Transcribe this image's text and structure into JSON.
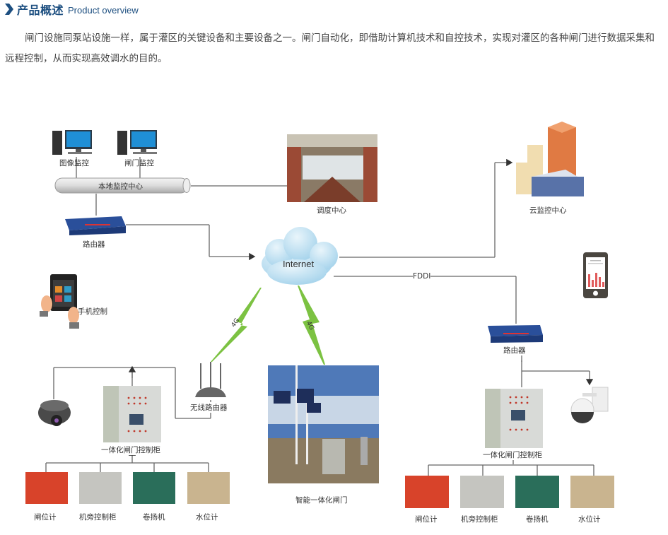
{
  "header": {
    "icon": "chevron-right-icon",
    "title_cn": "产品概述",
    "title_en": "Product overview"
  },
  "description": "闸门设施同泵站设施一样，属于灌区的关键设备和主要设备之一。闸门自动化，即借助计算机技术和自控技术，实现对灌区的各种闸门进行数据采集和远程控制，从而实现高效调水的目的。",
  "diagram": {
    "nodes": {
      "image_monitor": "图像监控",
      "gate_monitor": "闸门监控",
      "local_center": "本地监控中心",
      "dispatch_center": "调度中心",
      "cloud_center": "云监控中心",
      "router_left": "路由器",
      "internet": "Internet",
      "mobile_control": "手机控制",
      "wireless_router": "无线路由器",
      "cabinet_left": "一体化闸门控制柜",
      "smart_gate": "智能一体化闸门",
      "router_right": "路由器",
      "cabinet_right": "一体化闸门控制柜"
    },
    "link_labels": {
      "fddi": "FDDI",
      "lte_left": "4G",
      "lte_right": "4G"
    },
    "devices_left": [
      "闸位计",
      "机旁控制柜",
      "卷扬机",
      "水位计"
    ],
    "devices_right": [
      "闸位计",
      "机旁控制柜",
      "卷扬机",
      "水位计"
    ]
  },
  "colors": {
    "brand": "#1d4f80",
    "line": "#555555",
    "lightning": "#7cc242",
    "router": "#2a4f9a",
    "cloud": "#bfe0f1"
  }
}
